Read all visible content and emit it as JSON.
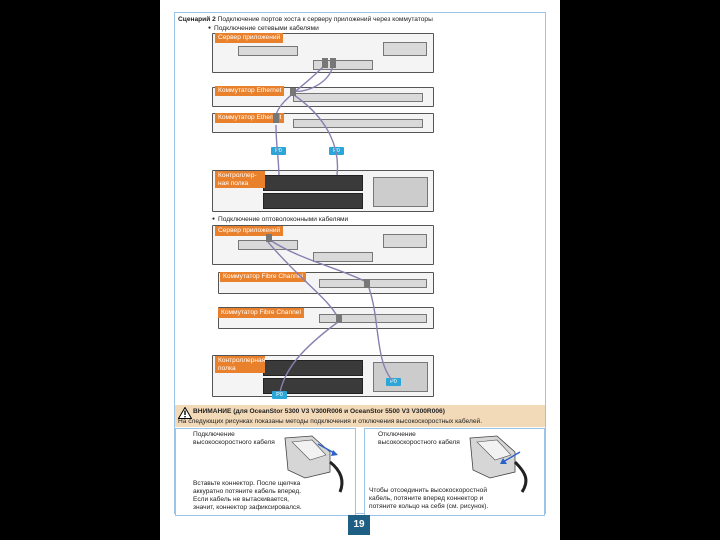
{
  "page_title_bold": "Сценарий 2",
  "page_title_rest": " Подключение портов хоста к серверу приложений через коммутаторы",
  "sections": {
    "network": {
      "label": "Подключение сетевыми кабелями"
    },
    "fibre": {
      "label": "Подключение оптоволоконными кабелями"
    }
  },
  "tags": {
    "app_server_1": "Сервер приложений",
    "eth_switch_1": "Коммутатор Ethernet",
    "eth_switch_2": "Коммутатор Ethernet",
    "controller_1": "Контроллер-ная полка",
    "app_server_2": "Сервер приложений",
    "fc_switch_1": "Коммутатор Fibre Channel",
    "fc_switch_2": "Коммутатор Fibre Channel",
    "controller_2": "Контроллерная полка"
  },
  "port_badge": "P0",
  "warning": {
    "title": "ВНИМАНИЕ (для OceanStor 5300 V3 V300R006 и OceanStor 5500 V3 V300R006)",
    "text": "На следующих рисунках показаны методы подключения и отключения высокоскоростных кабелей."
  },
  "left_panel": {
    "heading_line1": "Подключение",
    "heading_line2": "высокоскоростного кабеля",
    "body_line1": "Вставьте коннектор. После щелчка",
    "body_line2": "аккуратно потяните кабель вперед.",
    "body_line3": "Если кабель не вытаскивается,",
    "body_line4": "значит, коннектор зафиксировался."
  },
  "right_panel": {
    "heading_line1": "Отключение",
    "heading_line2": "высокоскоростного кабеля",
    "body_line1": "Чтобы отсоединить высокоскоростной",
    "body_line2": "кабель, потяните вперед коннектор и",
    "body_line3": "потяните кольцо на себя (см. рисунок)."
  },
  "page_number": "19",
  "colors": {
    "tag": "#e9802c",
    "badge": "#2aa7d8",
    "cable": "#8a7fb0",
    "warning_bg": "#f2d9b8",
    "page_num_bg": "#1f5f84"
  }
}
